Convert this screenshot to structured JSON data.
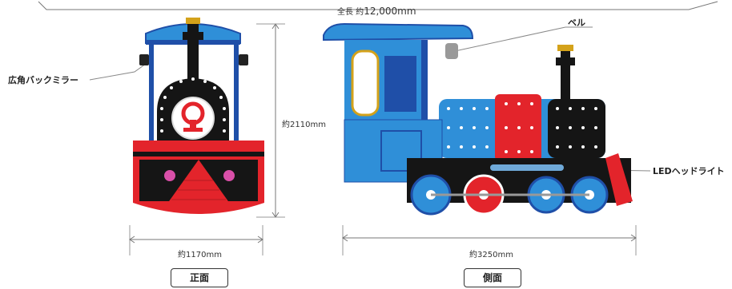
{
  "dimensions": {
    "total_length": {
      "prefix": "全長 約",
      "value": "12,000mm"
    },
    "height": "約2110mm",
    "front_width": "約1170mm",
    "side_length": "約3250mm"
  },
  "callouts": {
    "mirror": "広角バックミラー",
    "bell": "ベル",
    "headlight": "LEDヘッドライト"
  },
  "views": {
    "front": "正面",
    "side": "側面"
  },
  "colors": {
    "red": "#e3242b",
    "blue": "#2f8fd8",
    "dark_blue": "#1f4fa8",
    "black": "#151515",
    "gold": "#d4a21a"
  }
}
